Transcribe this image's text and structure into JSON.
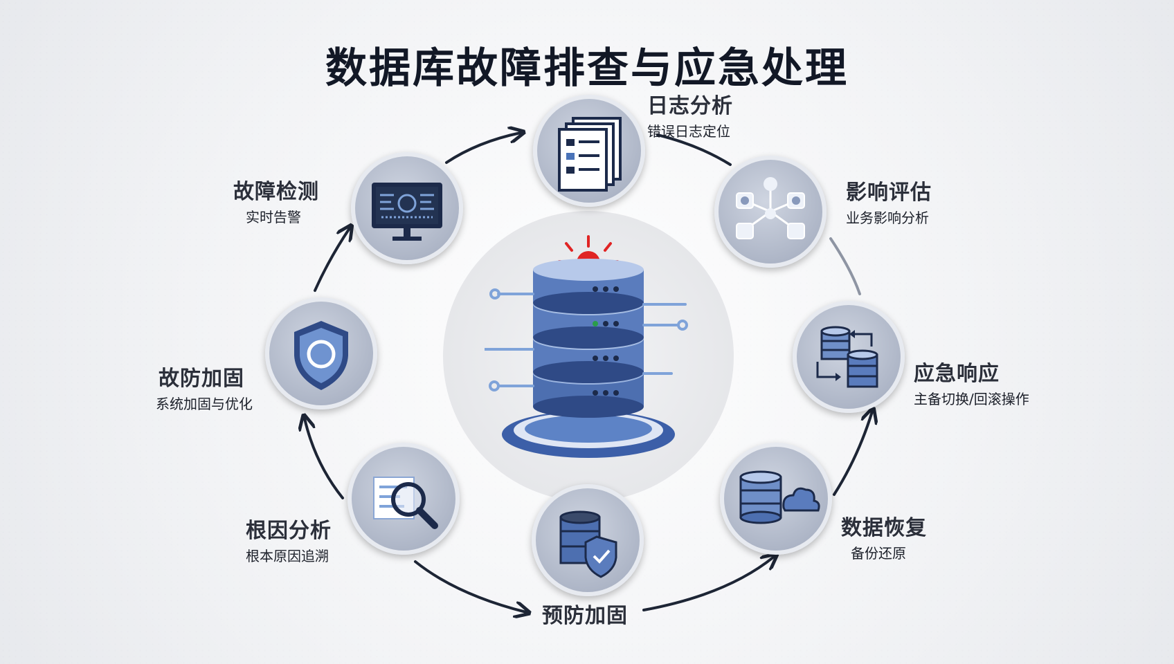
{
  "title": "数据库故障排查与应急处理",
  "nodes": [
    {
      "id": "log",
      "title": "日志分析",
      "subtitle": "错误日志定位",
      "icon": "document-icon"
    },
    {
      "id": "impact",
      "title": "影响评估",
      "subtitle": "业务影响分析",
      "icon": "network-icon"
    },
    {
      "id": "response",
      "title": "应急响应",
      "subtitle": "主备切换/回滚操作",
      "icon": "database-switch-icon"
    },
    {
      "id": "recovery",
      "title": "数据恢复",
      "subtitle": "备份还原",
      "icon": "database-cloud-icon"
    },
    {
      "id": "prevent",
      "title": "预防加固",
      "icon": "database-shield-icon"
    },
    {
      "id": "rootcause",
      "title": "根因分析",
      "subtitle": "根本原因追溯",
      "icon": "magnifier-icon"
    },
    {
      "id": "hardening",
      "title": "故防加固",
      "subtitle": "系统加固与优化",
      "icon": "shield-icon"
    },
    {
      "id": "detect",
      "title": "故障检测",
      "subtitle": "实时告警",
      "icon": "monitor-icon"
    }
  ],
  "center": {
    "icon": "server-stack-alert-icon"
  },
  "colors": {
    "blue": "#4a73b8",
    "dark": "#1c2a4a",
    "alert": "#e02424",
    "arrow": "#1d2535"
  }
}
